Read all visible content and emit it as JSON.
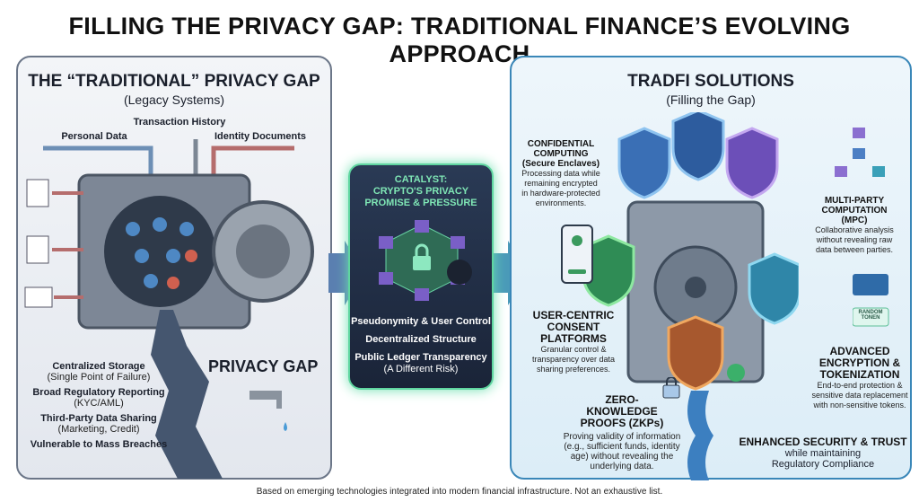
{
  "title": "FILLING THE PRIVACY GAP: TRADITIONAL FINANCE’S EVOLVING APPROACH",
  "left": {
    "heading": "THE “TRADITIONAL” PRIVACY GAP",
    "subheading": "(Legacy Systems)",
    "inputs": [
      "Transaction History",
      "Personal Data",
      "Identity Documents"
    ],
    "gap_label": "PRIVACY GAP",
    "issues": [
      {
        "title": "Centralized Storage",
        "detail": "(Single Point of Failure)"
      },
      {
        "title": "Broad Regulatory Reporting",
        "detail": "(KYC/AML)"
      },
      {
        "title": "Third-Party Data Sharing",
        "detail": "(Marketing, Credit)"
      },
      {
        "title": "Vulnerable to Mass Breaches",
        "detail": ""
      }
    ]
  },
  "center": {
    "heading": [
      "CATALYST:",
      "CRYPTO'S PRIVACY",
      "PROMISE & PRESSURE"
    ],
    "points": [
      "Pseudonymity & User Control",
      "Decentralized Structure",
      "Public Ledger Transparency"
    ],
    "note": "(A Different Risk)"
  },
  "right": {
    "heading": "TRADFI SOLUTIONS",
    "subheading": "(Filling the Gap)",
    "solutions": [
      {
        "title": "CONFIDENTIAL COMPUTING",
        "subtitle": "(Secure Enclaves)",
        "desc": "Processing data while remaining encrypted in hardware-protected environments."
      },
      {
        "title": "MULTI-PARTY COMPUTATION",
        "subtitle": "(MPC)",
        "desc": "Collaborative analysis without revealing raw data between parties."
      },
      {
        "title": "USER-CENTRIC CONSENT PLATFORMS",
        "subtitle": "",
        "desc": "Granular control & transparency over data sharing preferences."
      },
      {
        "title": "ADVANCED ENCRYPTION & TOKENIZATION",
        "subtitle": "",
        "desc": "End-to-end protection & sensitive data replacement with non-sensitive tokens."
      },
      {
        "title": "ZERO-KNOWLEDGE PROOFS (ZKPs)",
        "subtitle": "",
        "desc": "Proving validity of information (e.g., sufficient funds, identity age) without revealing the underlying data."
      }
    ],
    "token_label": "RANDOM TONEN",
    "outcome": {
      "title": "ENHANCED SECURITY & TRUST",
      "line1": "while maintaining",
      "line2": "Regulatory Compliance"
    }
  },
  "footer": "Based on emerging technologies integrated into modern financial infrastructure. Not an exhaustive list."
}
